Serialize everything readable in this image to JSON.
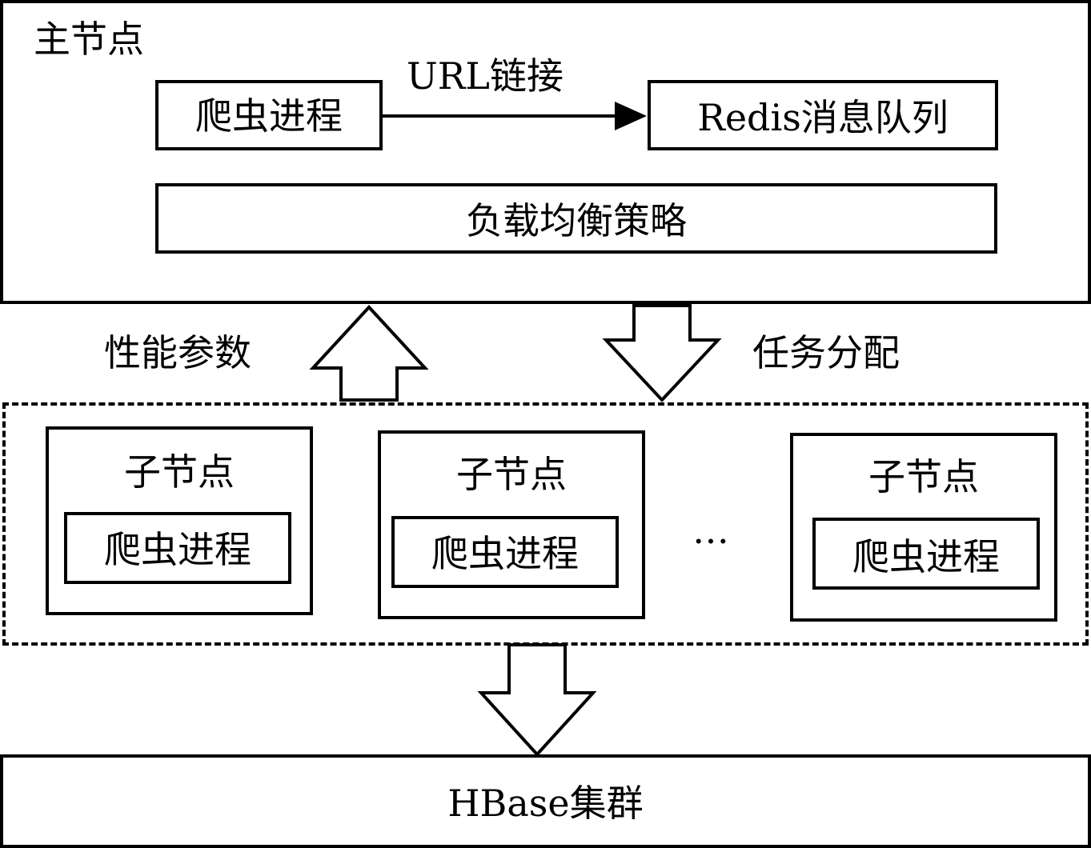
{
  "master_node": {
    "title": "主节点",
    "crawler_process": "爬虫进程",
    "url_link_label": "URL链接",
    "redis_queue": "Redis消息队列",
    "load_balancing": "负载均衡策略"
  },
  "flows": {
    "performance_params": "性能参数",
    "task_assignment": "任务分配"
  },
  "child_nodes": [
    {
      "title": "子节点",
      "process": "爬虫进程"
    },
    {
      "title": "子节点",
      "process": "爬虫进程"
    },
    {
      "title": "子节点",
      "process": "爬虫进程"
    }
  ],
  "ellipsis": "…",
  "hbase_cluster": "HBase集群"
}
